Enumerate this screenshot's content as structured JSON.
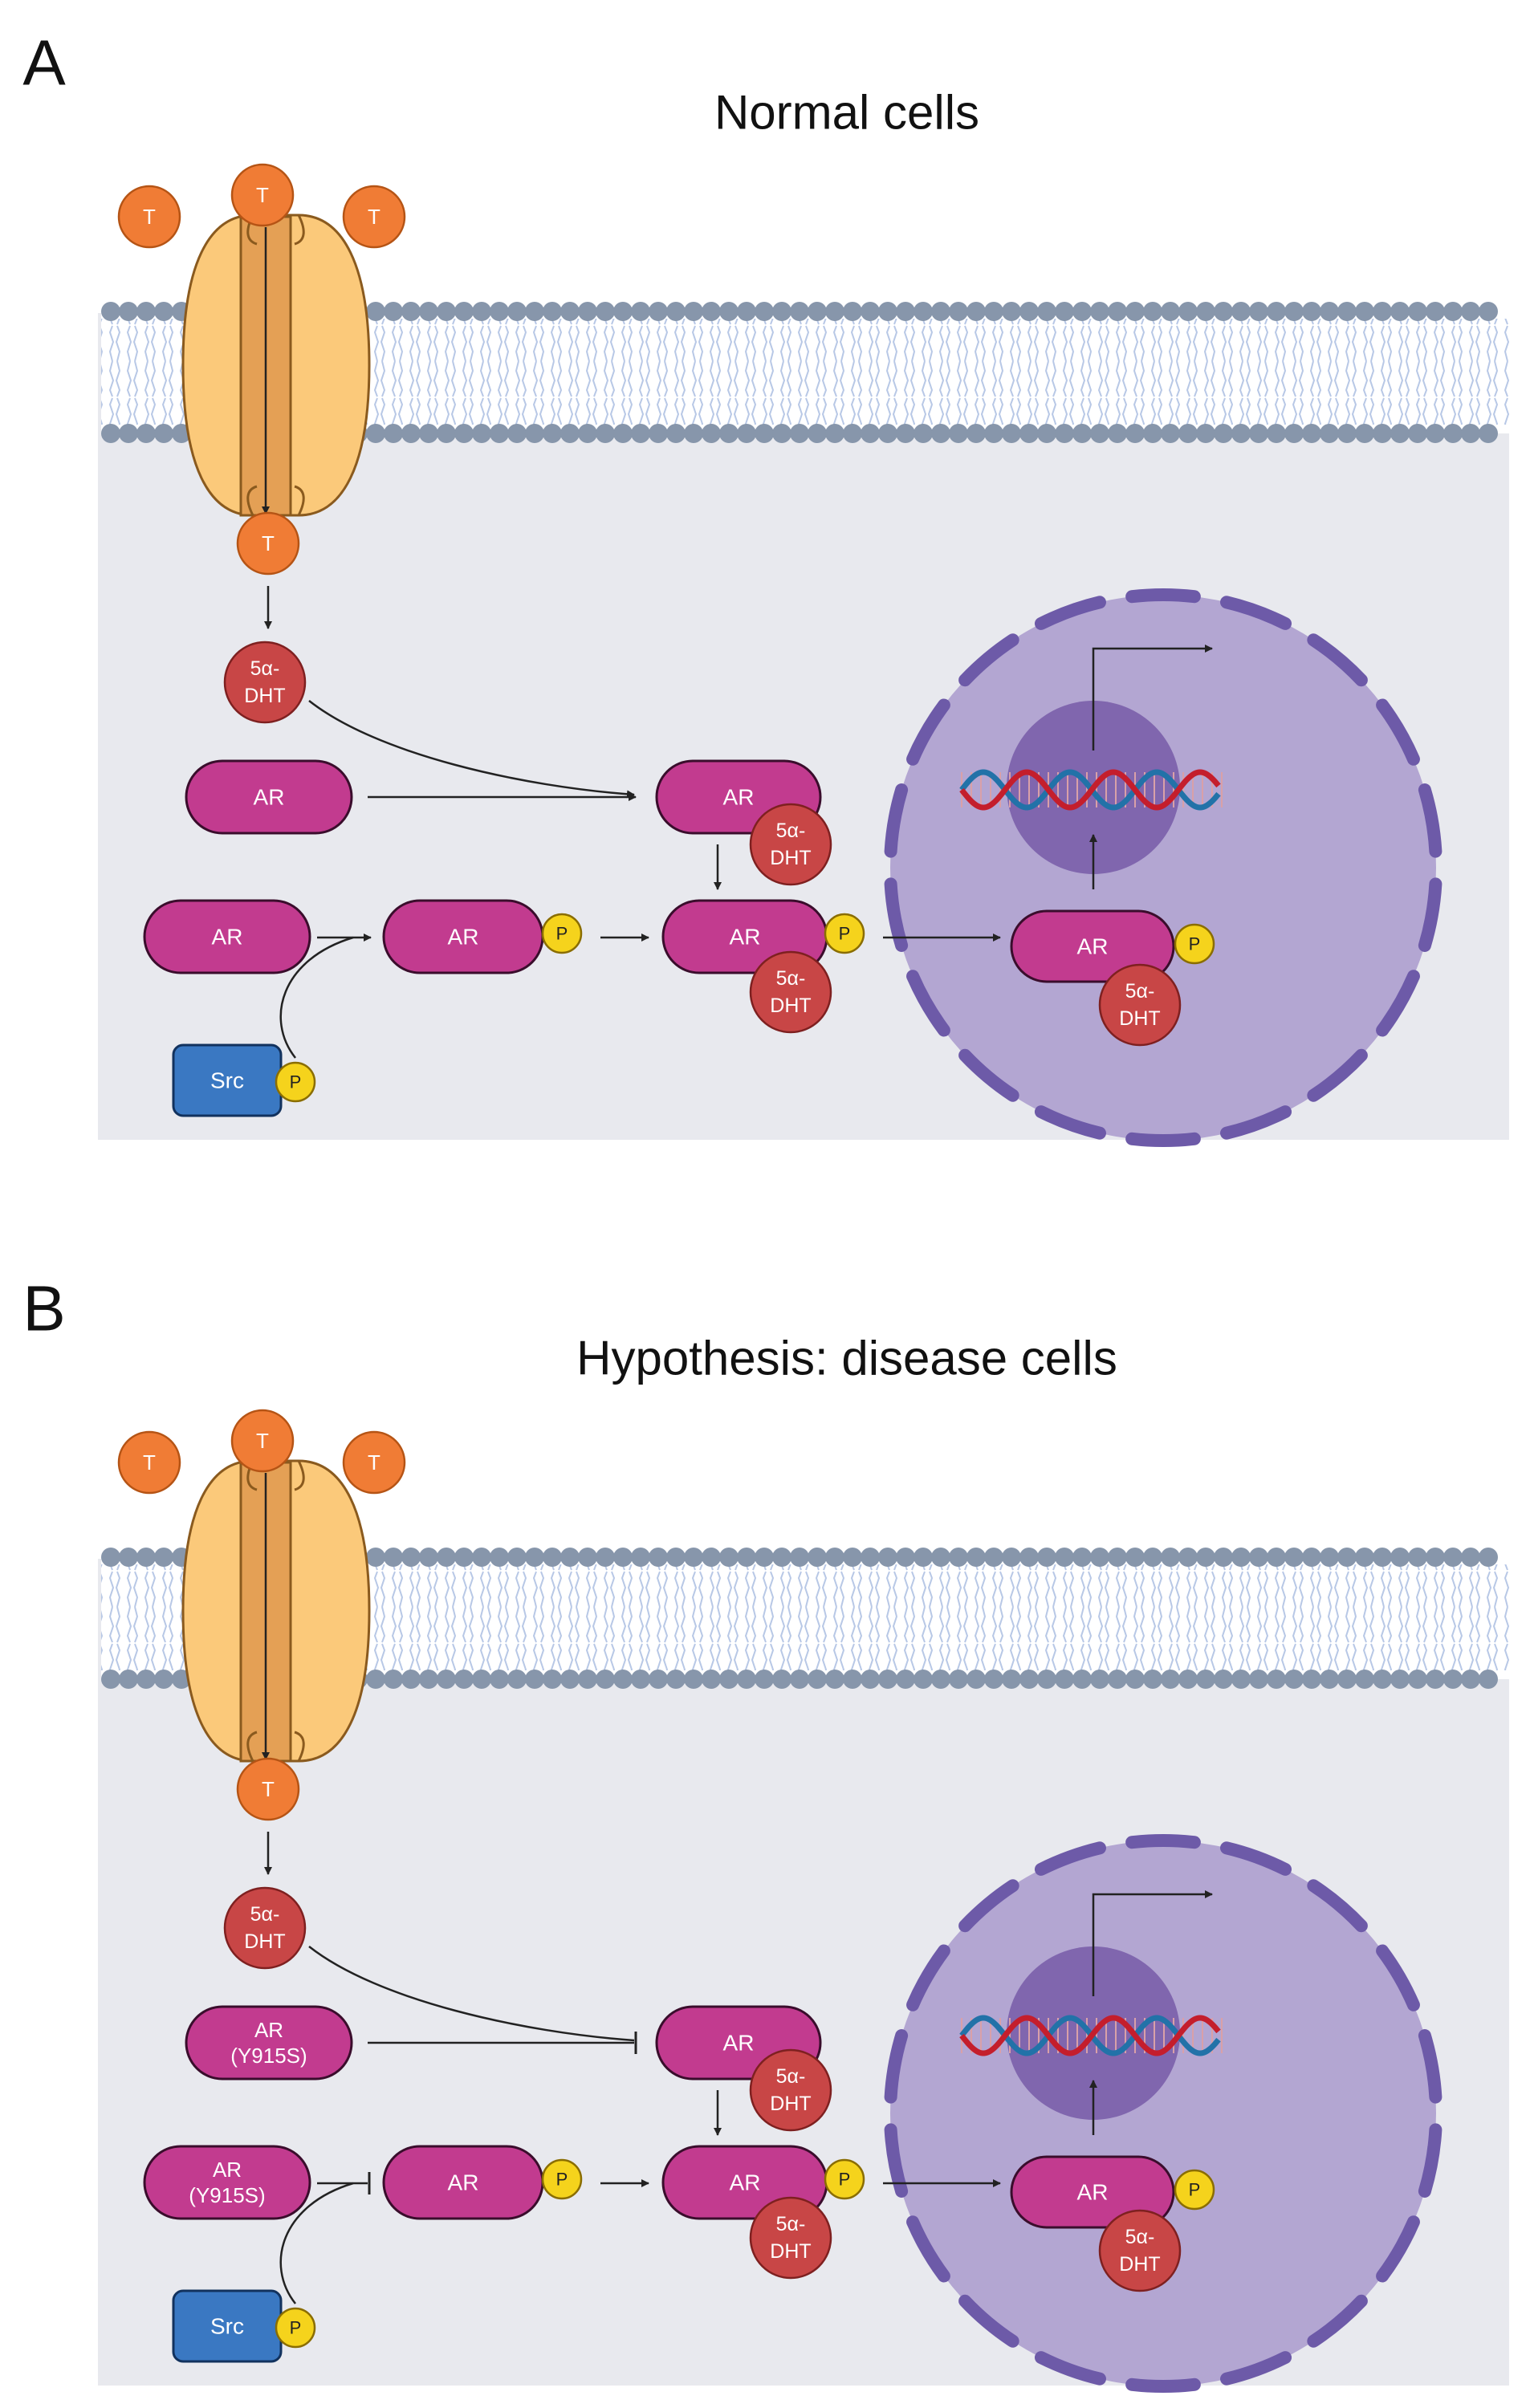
{
  "panels": [
    {
      "letter": "A",
      "title": "Normal cells",
      "testosterone": "T",
      "dht_line1": "5α-",
      "dht_line2": "DHT",
      "ar_top_line1": "AR",
      "ar_top_line2": "",
      "ar_bottom_line1": "AR",
      "ar_bottom_line2": "",
      "ar": "AR",
      "src": "Src",
      "phospho": "P",
      "mutant": false
    },
    {
      "letter": "B",
      "title": "Hypothesis: disease cells",
      "testosterone": "T",
      "dht_line1": "5α-",
      "dht_line2": "DHT",
      "ar_top_line1": "AR",
      "ar_top_line2": "(Y915S)",
      "ar_bottom_line1": "AR",
      "ar_bottom_line2": "(Y915S)",
      "ar": "AR",
      "src": "Src",
      "phospho": "P",
      "mutant": true
    }
  ],
  "colors": {
    "testosterone": "#f07c35",
    "dht": "#c84646",
    "ar": "#c23b8f",
    "src": "#3a78c2",
    "phospho": "#f5d31c",
    "channel": "#fbc97a",
    "channel_core": "#e4a055",
    "membrane_head": "#8796ab",
    "membrane_tail": "#b8c8e6",
    "cytoplasm": "#e8e9ee",
    "nucleus": "#b3a6d2",
    "nucleus_border": "#6d5aa8",
    "nucleolus": "#8066ae",
    "dna_red": "#c41e2c",
    "dna_blue": "#2272a8"
  },
  "icons": [
    "ion-channel-icon",
    "lipid-bilayer-icon",
    "dna-helix-icon",
    "transcription-arrow-icon"
  ]
}
